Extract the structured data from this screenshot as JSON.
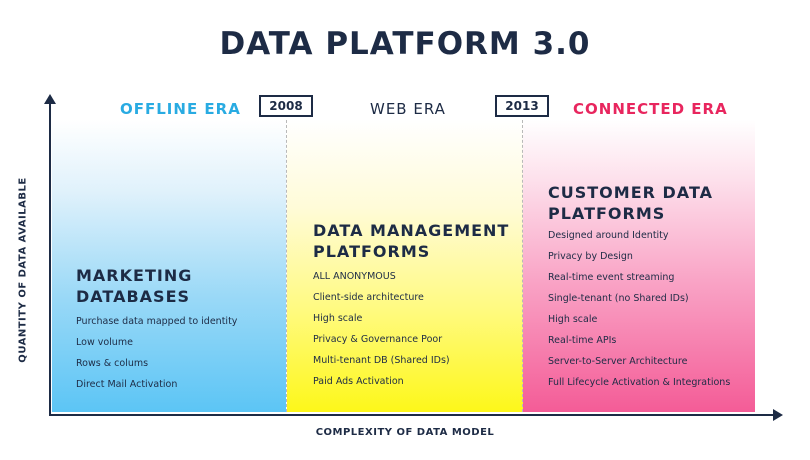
{
  "title": "DATA PLATFORM 3.0",
  "colors": {
    "navy": "#1d2b45",
    "offline": "#29abe2",
    "connected": "#e8265e",
    "blue_panel": "#5cc5f5",
    "yellow_panel": "#fdf71a",
    "pink_panel": "#f45c97"
  },
  "eras": [
    {
      "label": "OFFLINE ERA"
    },
    {
      "label": "WEB ERA"
    },
    {
      "label": "CONNECTED ERA"
    }
  ],
  "years": [
    "2008",
    "2013"
  ],
  "panels": {
    "offline": {
      "heading_line1": "MARKETING",
      "heading_line2": "DATABASES",
      "items": [
        "Purchase data mapped to identity",
        "Low volume",
        "Rows & colums",
        "Direct Mail Activation"
      ]
    },
    "web": {
      "heading_line1": "DATA MANAGEMENT",
      "heading_line2": "PLATFORMS",
      "items": [
        "ALL ANONYMOUS",
        "Client-side architecture",
        "High scale",
        "Privacy & Governance Poor",
        "Multi-tenant DB (Shared IDs)",
        "Paid Ads Activation"
      ]
    },
    "connected": {
      "heading_line1": "CUSTOMER DATA",
      "heading_line2": "PLATFORMS",
      "items": [
        "Designed around Identity",
        "Privacy by Design",
        "Real-time event streaming",
        "Single-tenant (no Shared IDs)",
        "High scale",
        "Real-time APIs",
        "Server-to-Server Architecture",
        "Full Lifecycle Activation & Integrations"
      ]
    }
  },
  "axes": {
    "x_label": "COMPLEXITY OF DATA MODEL",
    "y_label": "QUANTITY OF DATA AVAILABLE"
  }
}
